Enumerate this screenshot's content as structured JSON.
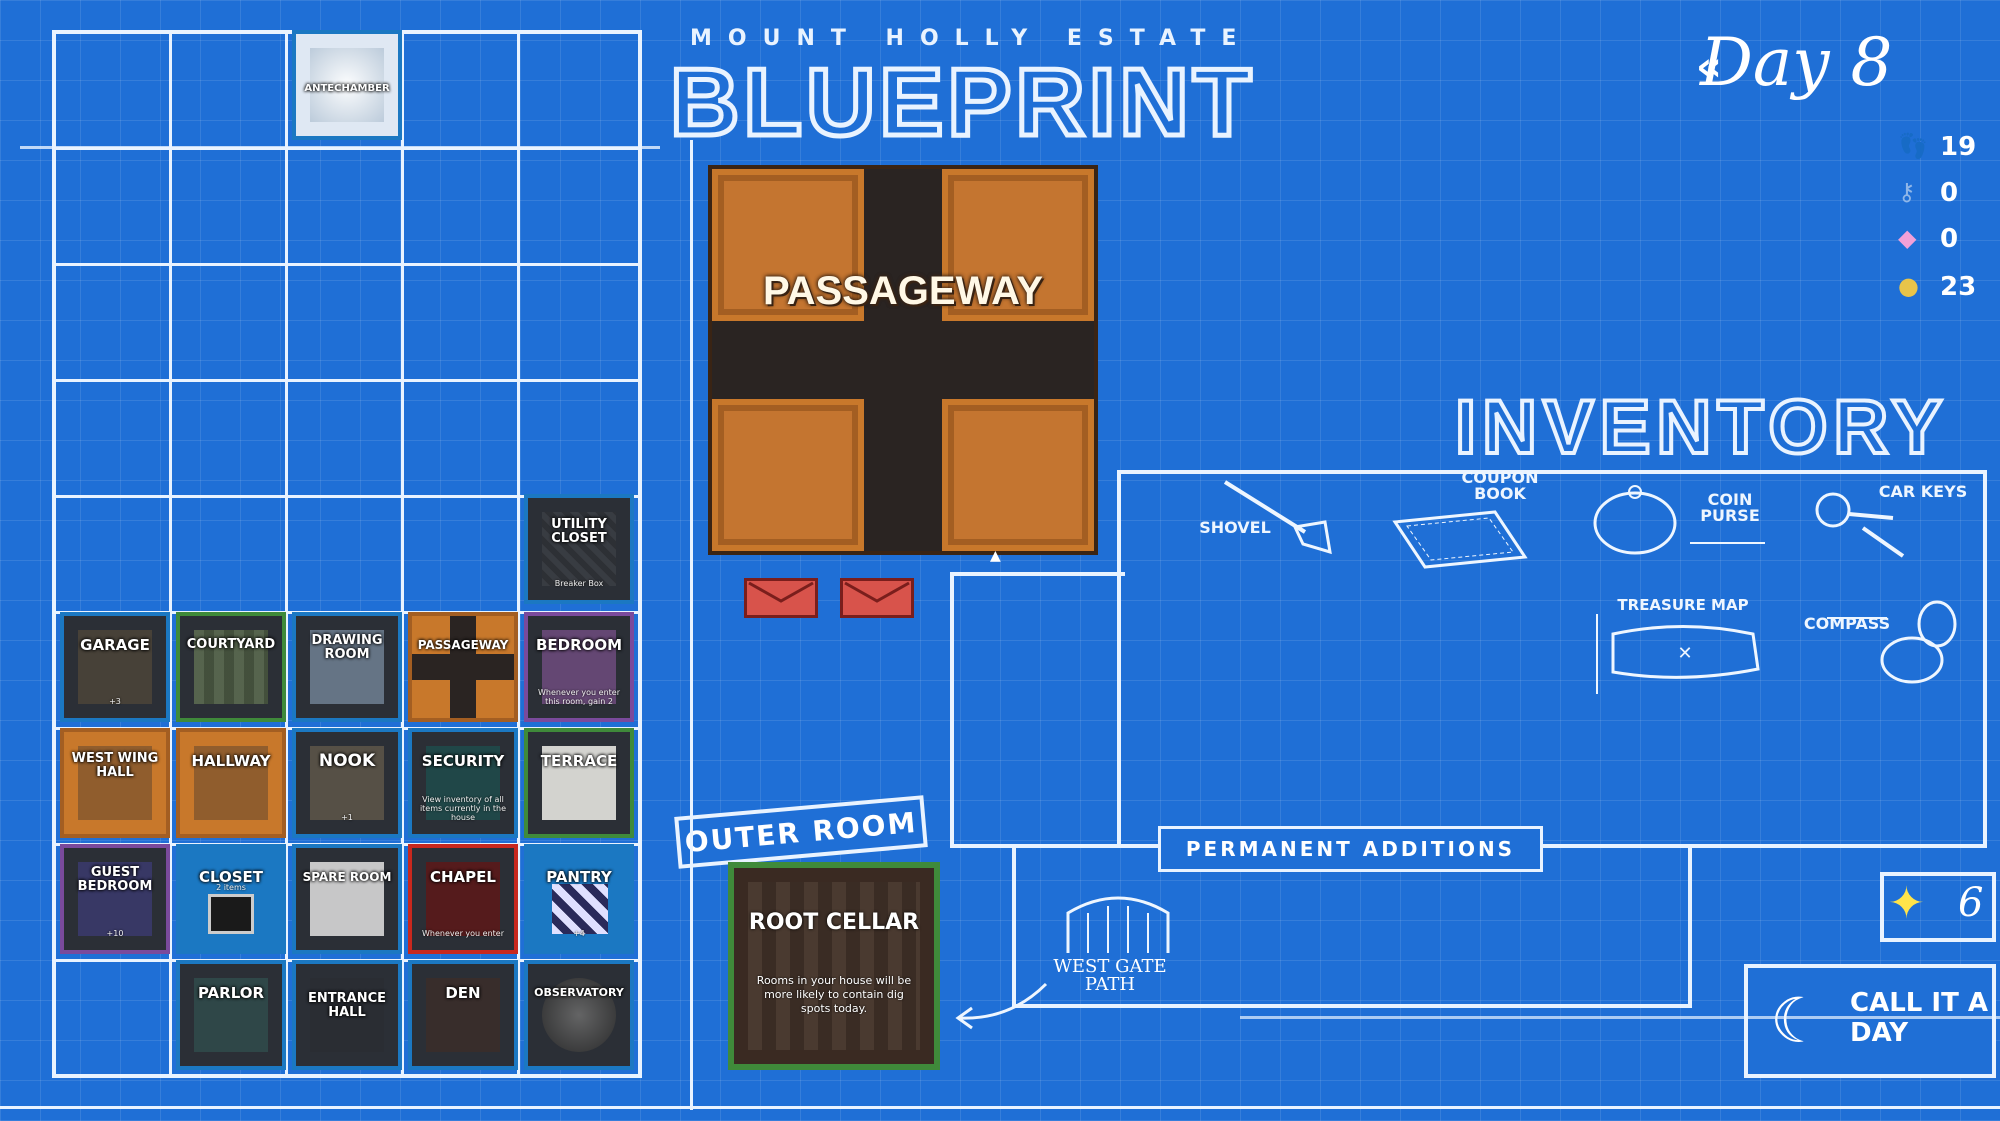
{
  "header": {
    "estate": "MOUNT HOLLY ESTATE",
    "title": "BLUEPRINT"
  },
  "day": {
    "label": "Day 8",
    "back_glyph": "«"
  },
  "resources": [
    {
      "name": "steps",
      "icon": "footprints-icon",
      "value": "19"
    },
    {
      "name": "keys",
      "icon": "key-icon",
      "value": "0"
    },
    {
      "name": "gems",
      "icon": "gem-icon",
      "value": "0"
    },
    {
      "name": "coins",
      "icon": "coins-icon",
      "value": "23"
    }
  ],
  "grid": {
    "entrance_top": "ANTECHAMBER",
    "rooms": {
      "utility_closet": {
        "label": "UTILITY CLOSET",
        "sub": "Breaker Box",
        "color": "#1b78c2"
      },
      "garage": {
        "label": "GARAGE",
        "sub": "+3",
        "color": "#1b78c2"
      },
      "courtyard": {
        "label": "COURTYARD",
        "sub": "",
        "color": "#3f8a3a"
      },
      "drawing_room": {
        "label": "DRAWING ROOM",
        "sub": "",
        "color": "#1b78c2"
      },
      "passageway": {
        "label": "PASSAGEWAY",
        "sub": "",
        "color": "#c8782b"
      },
      "bedroom": {
        "label": "BEDROOM",
        "sub": "Whenever you enter this room, gain 2",
        "color": "#7a4a9c"
      },
      "west_wing_hall": {
        "label": "WEST WING HALL",
        "sub": "",
        "color": "#c8782b"
      },
      "hallway": {
        "label": "HALLWAY",
        "sub": "",
        "color": "#c8782b"
      },
      "nook": {
        "label": "NOOK",
        "sub": "+1",
        "color": "#1b78c2"
      },
      "security": {
        "label": "SECURITY",
        "sub": "View inventory of all items currently in the house",
        "color": "#1b78c2"
      },
      "terrace": {
        "label": "TERRACE",
        "sub": "",
        "color": "#3f8a3a"
      },
      "guest_bedroom": {
        "label": "GUEST BEDROOM",
        "sub": "+10",
        "color": "#7a4a9c"
      },
      "closet": {
        "label": "CLOSET",
        "sub": "2 items",
        "color": "#1b78c2"
      },
      "spare_room": {
        "label": "SPARE ROOM",
        "sub": "",
        "color": "#1b78c2"
      },
      "chapel": {
        "label": "CHAPEL",
        "sub": "Whenever you enter",
        "color": "#c8281e"
      },
      "pantry": {
        "label": "PANTRY",
        "sub": "+4",
        "color": "#1b78c2"
      },
      "parlor": {
        "label": "PARLOR",
        "sub": "",
        "color": "#1b78c2"
      },
      "entrance_hall": {
        "label": "ENTRANCE HALL",
        "sub": "",
        "color": "#1b78c2"
      },
      "den": {
        "label": "DEN",
        "sub": "",
        "color": "#1b78c2"
      },
      "observatory": {
        "label": "OBSERVATORY",
        "sub": "",
        "color": "#1b78c2"
      }
    }
  },
  "selected_room": {
    "label": "PASSAGEWAY"
  },
  "inventory": {
    "title": "INVENTORY",
    "items": [
      {
        "label": "SHOVEL",
        "icon": "shovel-icon"
      },
      {
        "label": "COUPON BOOK",
        "icon": "coupon-book-icon"
      },
      {
        "label": "COIN PURSE",
        "icon": "coin-purse-icon"
      },
      {
        "label": "CAR KEYS",
        "icon": "car-keys-icon"
      },
      {
        "label": "TREASURE MAP",
        "icon": "treasure-map-icon"
      },
      {
        "label": "COMPASS",
        "icon": "compass-icon"
      }
    ]
  },
  "permanent": {
    "label": "PERMANENT ADDITIONS",
    "west_gate": "WEST GATE PATH"
  },
  "outer_room": {
    "label": "OUTER ROOM",
    "room": "ROOT CELLAR",
    "desc": "Rooms in your house will be more likely to contain dig spots today."
  },
  "stars": {
    "value": "6"
  },
  "call_day": {
    "label": "CALL IT A DAY"
  }
}
